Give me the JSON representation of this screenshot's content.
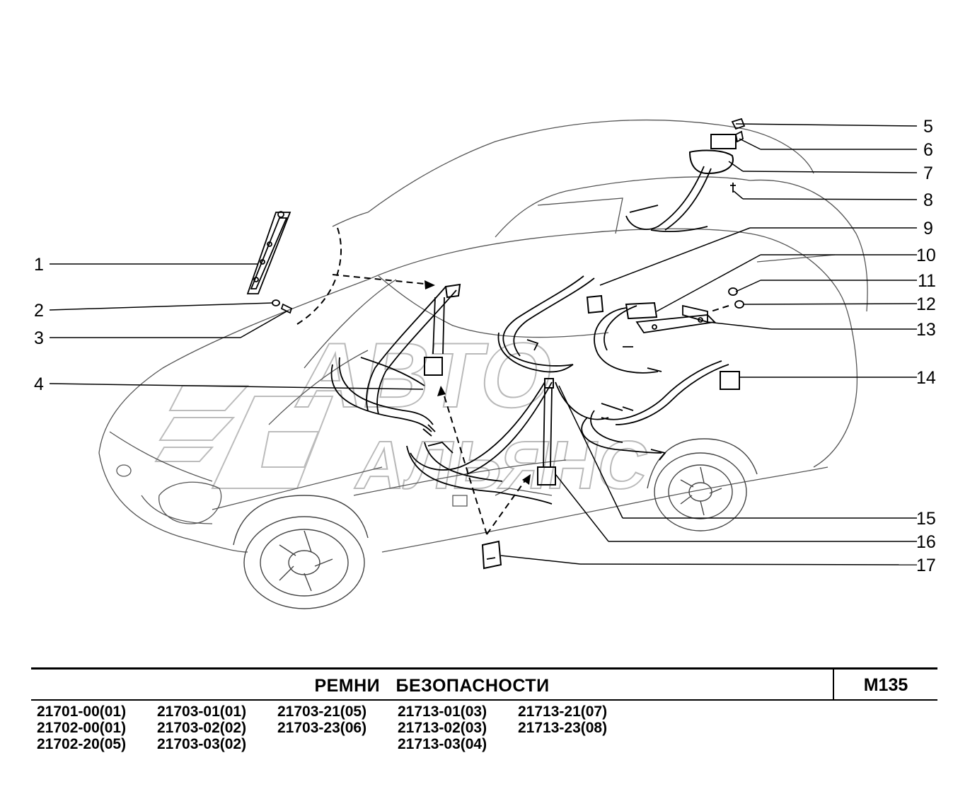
{
  "callouts": [
    "1",
    "2",
    "3",
    "4",
    "5",
    "6",
    "7",
    "8",
    "9",
    "10",
    "11",
    "12",
    "13",
    "14",
    "15",
    "16",
    "17"
  ],
  "watermark": {
    "line1": "АВТО",
    "line2": "АЛЬЯНС"
  },
  "title_bar": {
    "title_word1": "РЕМНИ",
    "title_word2": "БЕЗОПАСНОСТИ",
    "sheet_code": "М135"
  },
  "models": [
    [
      "21701-00(01)",
      "21702-00(01)",
      "21702-20(05)"
    ],
    [
      "21703-01(01)",
      "21703-02(02)",
      "21703-03(02)"
    ],
    [
      "21703-21(05)",
      "21703-23(06)"
    ],
    [
      "21713-01(03)",
      "21713-02(03)",
      "21713-03(04)"
    ],
    [
      "21713-21(07)",
      "21713-23(08)"
    ]
  ],
  "colors": {
    "line": "#000000",
    "watermark": "#b9b9b9",
    "background": "#ffffff"
  }
}
